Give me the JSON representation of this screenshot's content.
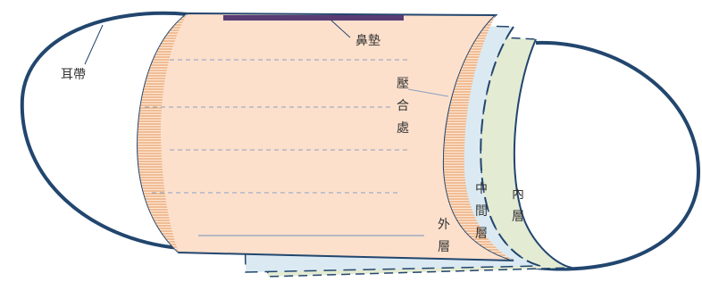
{
  "labels": {
    "ear_loop": "耳帶",
    "nose_pad": "鼻墊",
    "seam": [
      "壓",
      "合",
      "處"
    ],
    "middle_layer": [
      "中",
      "間",
      "層"
    ],
    "inner_layer": [
      "內",
      "層"
    ],
    "outer_layer": [
      "外",
      "層"
    ]
  },
  "colors": {
    "outer_layer": "#fde0cc",
    "middle_layer": "#dbeaf2",
    "inner_layer": "#e4ebd3",
    "ear_loop": "#22466e",
    "nose_pad": "#5a3c74",
    "edge_hatch": "#e8a06a"
  }
}
